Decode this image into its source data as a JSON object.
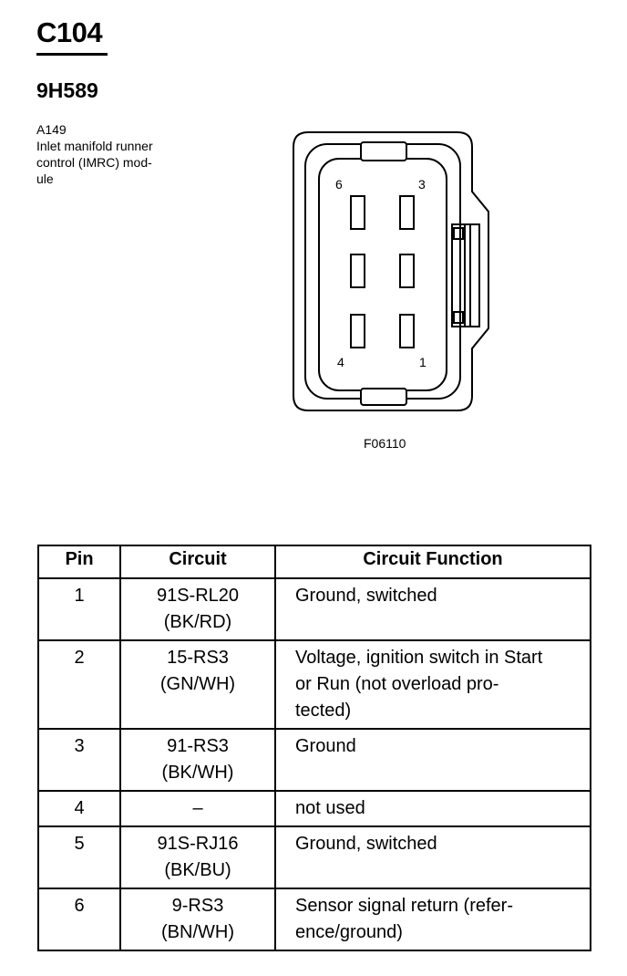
{
  "header": {
    "connector_id": "C104",
    "part_number": "9H589",
    "description_lines": [
      "A149",
      "Inlet manifold runner",
      "control (IMRC) mod-",
      "ule"
    ]
  },
  "figure": {
    "code": "F06110",
    "pin_labels": {
      "p6": "6",
      "p3": "3",
      "p4": "4",
      "p1": "1"
    }
  },
  "table": {
    "headers": [
      "Pin",
      "Circuit",
      "Circuit Function"
    ],
    "rows": [
      {
        "pin": "1",
        "circuit_lines": [
          "91S-RL20",
          "(BK/RD)"
        ],
        "function_lines": [
          "Ground, switched"
        ]
      },
      {
        "pin": "2",
        "circuit_lines": [
          "15-RS3",
          "(GN/WH)"
        ],
        "function_lines": [
          "Voltage, ignition switch in Start",
          "or Run (not overload pro-",
          "tected)"
        ]
      },
      {
        "pin": "3",
        "circuit_lines": [
          "91-RS3",
          "(BK/WH)"
        ],
        "function_lines": [
          "Ground"
        ]
      },
      {
        "pin": "4",
        "circuit_lines": [
          "–"
        ],
        "function_lines": [
          "not used"
        ]
      },
      {
        "pin": "5",
        "circuit_lines": [
          "91S-RJ16",
          "(BK/BU)"
        ],
        "function_lines": [
          "Ground, switched"
        ]
      },
      {
        "pin": "6",
        "circuit_lines": [
          "9-RS3",
          "(BN/WH)"
        ],
        "function_lines": [
          "Sensor signal return (refer-",
          "ence/ground)"
        ]
      }
    ]
  }
}
